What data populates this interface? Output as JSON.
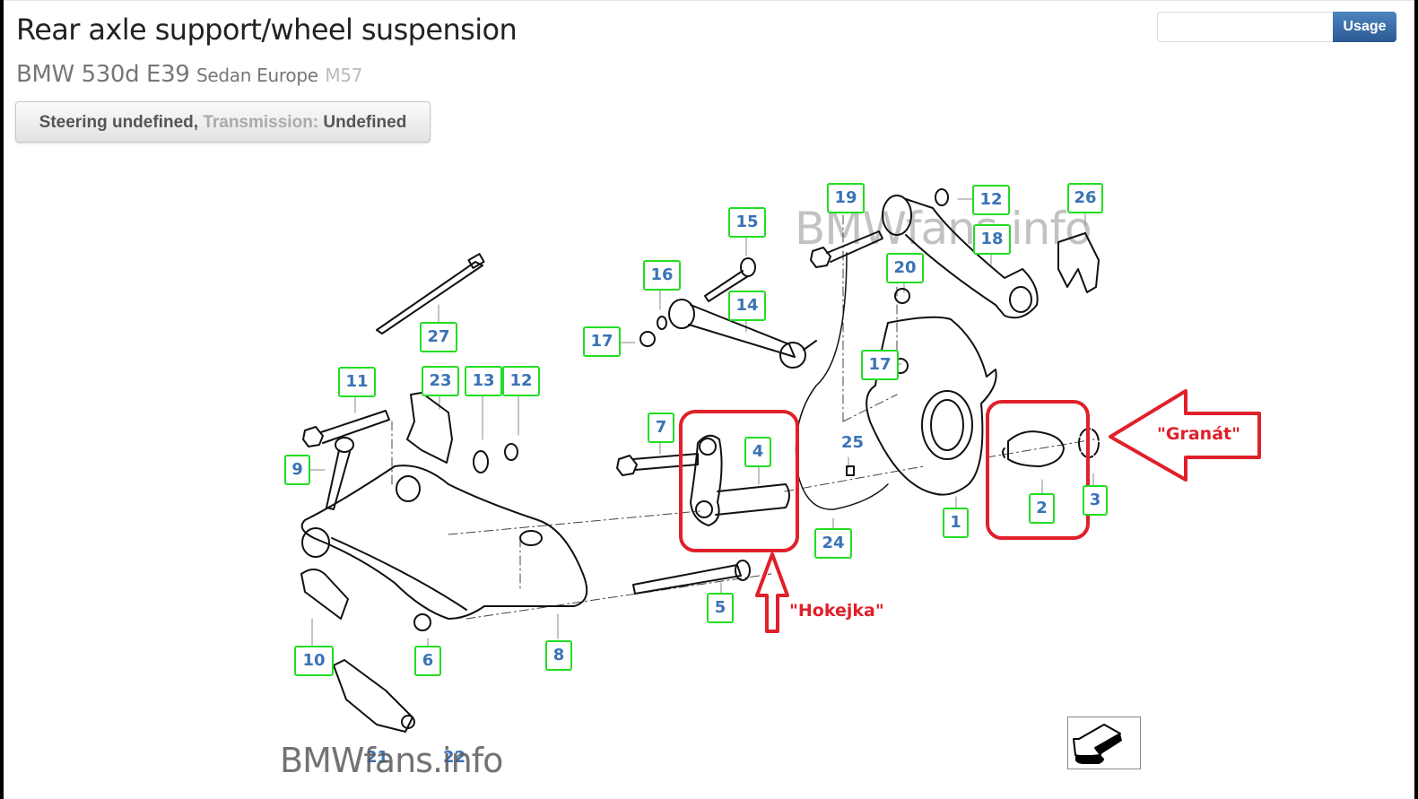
{
  "page": {
    "title": "Rear axle support/wheel suspension",
    "vehicle": {
      "model": "BMW 530d E39",
      "body": "Sedan Europe",
      "engine": "M57"
    },
    "options_button": {
      "steering": "Steering undefined,",
      "transmission_label": "Transmission:",
      "transmission_value": "Undefined"
    }
  },
  "search": {
    "value": "",
    "placeholder": "",
    "button_label": "Usage"
  },
  "diagram": {
    "watermark": "BMWfans.info",
    "callouts": [
      {
        "id": "1",
        "boxed": true
      },
      {
        "id": "2",
        "boxed": true
      },
      {
        "id": "3",
        "boxed": true
      },
      {
        "id": "4",
        "boxed": true
      },
      {
        "id": "5",
        "boxed": true
      },
      {
        "id": "6",
        "boxed": true
      },
      {
        "id": "7",
        "boxed": true
      },
      {
        "id": "8",
        "boxed": true
      },
      {
        "id": "9",
        "boxed": true
      },
      {
        "id": "10",
        "boxed": true
      },
      {
        "id": "11",
        "boxed": true
      },
      {
        "id": "12",
        "boxed": true
      },
      {
        "id": "13",
        "boxed": true
      },
      {
        "id": "12",
        "boxed": true
      },
      {
        "id": "14",
        "boxed": true
      },
      {
        "id": "15",
        "boxed": true
      },
      {
        "id": "16",
        "boxed": true
      },
      {
        "id": "17",
        "boxed": true
      },
      {
        "id": "17",
        "boxed": true
      },
      {
        "id": "18",
        "boxed": true
      },
      {
        "id": "19",
        "boxed": true
      },
      {
        "id": "20",
        "boxed": true
      },
      {
        "id": "21",
        "boxed": false
      },
      {
        "id": "22",
        "boxed": false
      },
      {
        "id": "23",
        "boxed": true
      },
      {
        "id": "24",
        "boxed": true
      },
      {
        "id": "25",
        "boxed": false
      },
      {
        "id": "26",
        "boxed": true
      },
      {
        "id": "27",
        "boxed": true
      }
    ],
    "annotations": {
      "hokejka": "\"Hokejka\"",
      "granat": "\"Granát\""
    },
    "colors": {
      "callout_border": "#22dd22",
      "callout_text": "#3a73b5",
      "highlight": "#e0202a"
    }
  },
  "navigation": {
    "return_icon": "return-arrow-icon"
  }
}
